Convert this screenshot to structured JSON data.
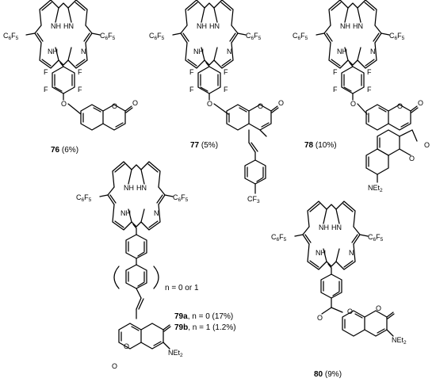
{
  "atoms": {
    "nh": "NH",
    "hn": "HN",
    "n": "N",
    "c6f5_left": [
      "C",
      "6",
      "F",
      "5"
    ],
    "c6f5_right": [
      "C",
      "6",
      "F",
      "5"
    ],
    "f": "F",
    "o": "O",
    "net2": [
      "NEt",
      "2"
    ],
    "cf3": [
      "CF",
      "3"
    ]
  },
  "compounds": [
    {
      "id": "76",
      "yield": "(6%)"
    },
    {
      "id": "77",
      "yield": "(5%)"
    },
    {
      "id": "78",
      "yield": "(10%)"
    },
    {
      "id": "80",
      "yield": "(9%)"
    }
  ],
  "compound_79": {
    "n_note": "n = 0 or 1",
    "a_id": "79a",
    "a_text": ", n = 0 (17%)",
    "b_id": "79b",
    "b_text": ", n = 1 (1.2%)"
  }
}
